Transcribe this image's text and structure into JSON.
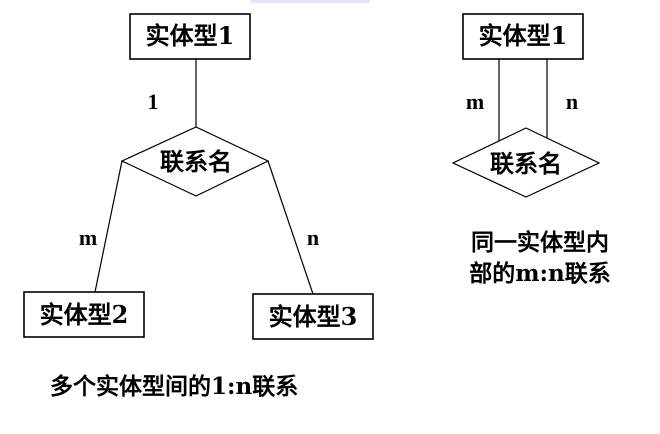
{
  "left_diagram": {
    "entity_top": "实体型1",
    "relationship": "联系名",
    "entity_left": "实体型2",
    "entity_right": "实体型3",
    "card_top": "1",
    "card_left": "m",
    "card_right": "n",
    "caption": "多个实体型间的1:n联系"
  },
  "right_diagram": {
    "entity": "实体型1",
    "relationship": "联系名",
    "card_left": "m",
    "card_right": "n",
    "caption_line1": "同一实体型内",
    "caption_line2": "部的m:n联系"
  }
}
